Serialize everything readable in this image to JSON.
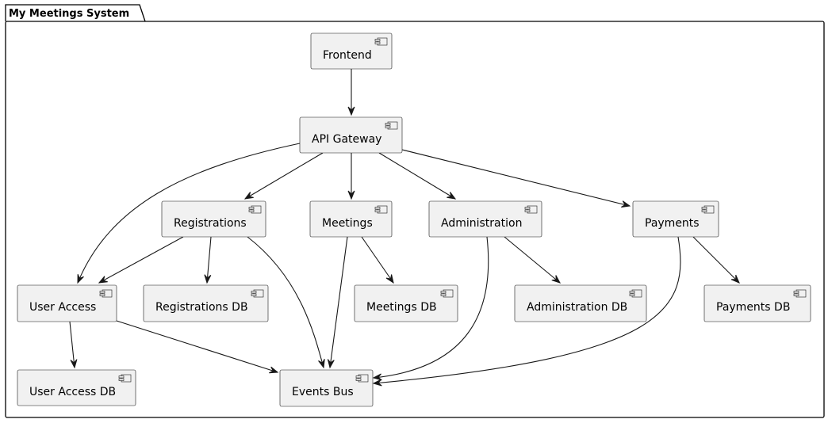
{
  "package": {
    "title": "My Meetings System"
  },
  "components": [
    {
      "id": "frontend",
      "label": "Frontend"
    },
    {
      "id": "api_gateway",
      "label": "API Gateway"
    },
    {
      "id": "registrations",
      "label": "Registrations"
    },
    {
      "id": "meetings",
      "label": "Meetings"
    },
    {
      "id": "administration",
      "label": "Administration"
    },
    {
      "id": "payments",
      "label": "Payments"
    },
    {
      "id": "user_access",
      "label": "User Access"
    },
    {
      "id": "registrations_db",
      "label": "Registrations DB"
    },
    {
      "id": "meetings_db",
      "label": "Meetings DB"
    },
    {
      "id": "administration_db",
      "label": "Administration DB"
    },
    {
      "id": "payments_db",
      "label": "Payments DB"
    },
    {
      "id": "user_access_db",
      "label": "User Access DB"
    },
    {
      "id": "events_bus",
      "label": "Events Bus"
    }
  ],
  "dependencies": [
    {
      "from": "frontend",
      "to": "api_gateway"
    },
    {
      "from": "api_gateway",
      "to": "user_access"
    },
    {
      "from": "api_gateway",
      "to": "registrations"
    },
    {
      "from": "api_gateway",
      "to": "meetings"
    },
    {
      "from": "api_gateway",
      "to": "administration"
    },
    {
      "from": "api_gateway",
      "to": "payments"
    },
    {
      "from": "registrations",
      "to": "user_access"
    },
    {
      "from": "registrations",
      "to": "registrations_db"
    },
    {
      "from": "registrations",
      "to": "events_bus"
    },
    {
      "from": "meetings",
      "to": "meetings_db"
    },
    {
      "from": "meetings",
      "to": "events_bus"
    },
    {
      "from": "administration",
      "to": "administration_db"
    },
    {
      "from": "administration",
      "to": "events_bus"
    },
    {
      "from": "payments",
      "to": "payments_db"
    },
    {
      "from": "payments",
      "to": "events_bus"
    },
    {
      "from": "user_access",
      "to": "user_access_db"
    },
    {
      "from": "user_access",
      "to": "events_bus"
    }
  ]
}
